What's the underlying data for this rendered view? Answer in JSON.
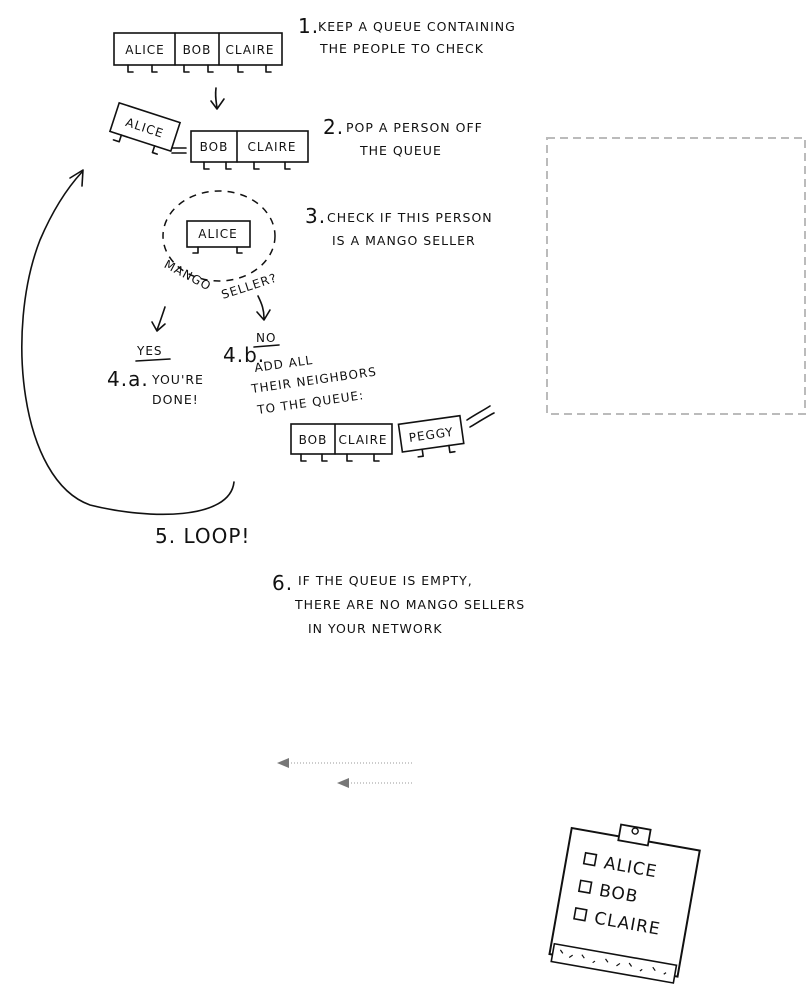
{
  "steps": {
    "s1_num": "1.",
    "s1_line1": "KEEP A QUEUE CONTAINING",
    "s1_line2": "THE PEOPLE TO CHECK",
    "s2_num": "2.",
    "s2_line1": "POP A PERSON OFF",
    "s2_line2": "THE QUEUE",
    "s3_num": "3.",
    "s3_line1": "CHECK IF THIS PERSON",
    "s3_line2": "IS A MANGO SELLER",
    "s4a_num": "4.a.",
    "s4a_line1": "YOU'RE",
    "s4a_line2": "DONE!",
    "s4b_num": "4.b.",
    "s4b_line1": "ADD ALL",
    "s4b_line2": "THEIR NEIGHBORS",
    "s4b_line3": "TO THE QUEUE:",
    "s5": "5. LOOP!",
    "s6_num": "6.",
    "s6_line1": "IF THE QUEUE IS EMPTY,",
    "s6_line2": "THERE ARE NO MANGO SELLERS",
    "s6_line3": "IN YOUR NETWORK"
  },
  "queue1": [
    "ALICE",
    "BOB",
    "CLAIRE"
  ],
  "popped_person": "ALICE",
  "queue2": [
    "BOB",
    "CLAIRE"
  ],
  "checked_person": "ALICE",
  "question": {
    "word1": "MANGO",
    "word2": "SELLER?"
  },
  "yes_label": "YES",
  "no_label": "NO",
  "queue3": [
    "BOB",
    "CLAIRE"
  ],
  "added_person": "PEGGY",
  "clipboard": {
    "items": [
      "ALICE",
      "BOB",
      "CLAIRE"
    ]
  }
}
